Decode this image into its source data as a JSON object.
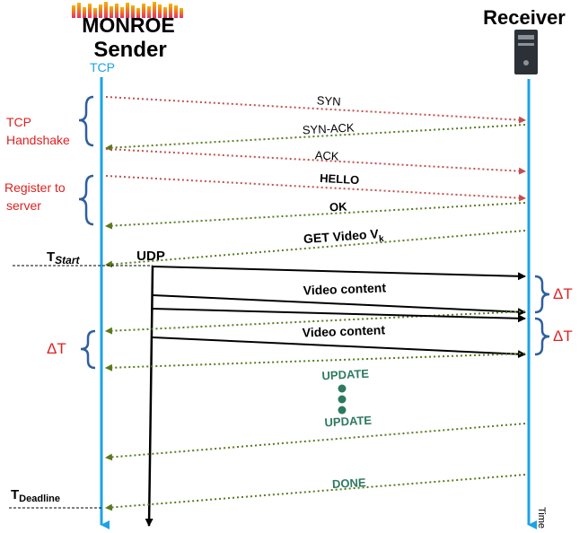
{
  "logo_text": "MONROE",
  "sender": {
    "title": "Sender",
    "tcp_label": "TCP"
  },
  "receiver": {
    "title": "Receiver",
    "icon": "server-icon"
  },
  "udp_label": "UDP",
  "time_label": "Time",
  "annotations": {
    "tcp_handshake": [
      "TCP",
      "Handshake"
    ],
    "register": [
      "Register to",
      "server"
    ],
    "delta_t": "ΔT"
  },
  "t_start": {
    "base": "T",
    "sub": "Start"
  },
  "t_deadline": {
    "base": "T",
    "sub": "Deadline"
  },
  "messages": {
    "syn": "SYN",
    "syn_ack": "SYN-ACK",
    "ack": "ACK",
    "hello": "HELLO",
    "ok": "OK",
    "get_video": {
      "text": "GET Video V",
      "sub": "k"
    },
    "video_content": "Video content",
    "update": "UPDATE",
    "done": "DONE"
  },
  "colors": {
    "tcp_line": "#1aa3e8",
    "handshake_red": "#c0504d",
    "dotted_green": "#5a7a1e",
    "annotation_red": "#e02020",
    "brace_blue": "#2e5f9e",
    "update_teal": "#2e7a60",
    "logo_grad_top": "#f2b705",
    "logo_grad_bottom": "#e0306a"
  }
}
